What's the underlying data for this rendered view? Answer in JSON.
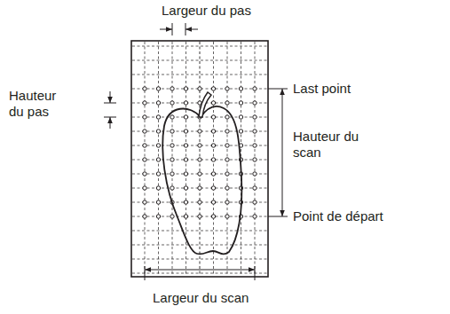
{
  "diagram": {
    "labels": [
      "Largeur du pas",
      "Hauteur du pas",
      "Last point",
      "Hauteur du scan",
      "Point de départ",
      "Largeur du scan"
    ]
  }
}
